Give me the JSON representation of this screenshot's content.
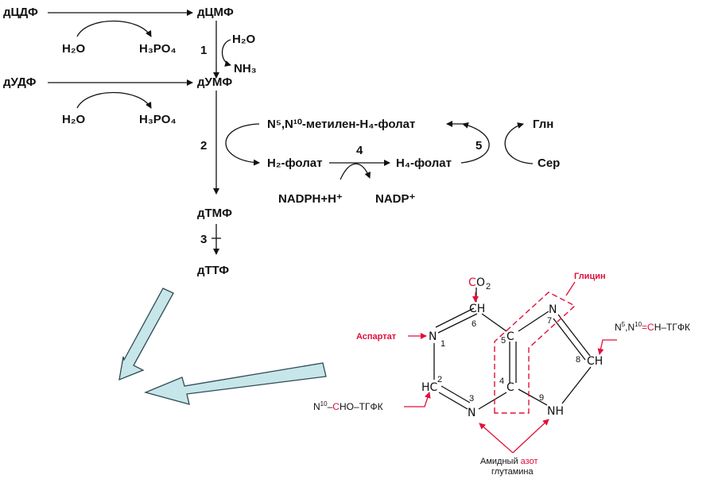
{
  "colors": {
    "red": "#e0103a",
    "black": "#111111",
    "arrow_fill": "#c6e6ea",
    "arrow_stroke": "#2f4a52"
  },
  "scheme": {
    "dCDP": "дЦДФ",
    "dCMP": "дЦМФ",
    "h2o_1": "H₂O",
    "h3po4_1": "H₃PO₄",
    "step1": "1",
    "h2o_step1": "H₂O",
    "nh3": "NH₃",
    "dUDP": "дУДФ",
    "dUMP": "дУМФ",
    "h2o_2": "H₂O",
    "h3po4_2": "H₃PO₄",
    "step2": "2",
    "methylene": "N⁵,N¹⁰-метилен-H₄-фолат",
    "h2folate": "H₂-фолат",
    "step4": "4",
    "h4folate": "H₄-фолат",
    "step5": "5",
    "gln": "Глн",
    "ser": "Сер",
    "nadph": "NADPH+H⁺",
    "nadp": "NADP⁺",
    "dTMP": "дТМФ",
    "step3": "3",
    "dTTP": "дТТФ"
  },
  "purine": {
    "co2_c": "C",
    "co2_o": "O",
    "co2_sub": "2",
    "glycine": "Глицин",
    "aspartate": "Аспартат",
    "n1": "N",
    "c6": "CH",
    "c5": "C",
    "n7": "N",
    "c8": "CH",
    "c2": "HC",
    "c4": "C",
    "n3": "N",
    "n9": "NH",
    "num1": "1",
    "num2": "2",
    "num3": "3",
    "num4": "4",
    "num5": "5",
    "num6": "6",
    "num7": "7",
    "num8": "8",
    "num9": "9",
    "formyl_left_n": "N",
    "formyl_left_sup": "10",
    "formyl_left_dash": "–",
    "formyl_left_red": "C",
    "formyl_left_rest": "HO–ТГФК",
    "formyl_right_n": "N",
    "formyl_right_sup1": "5",
    "formyl_right_comma": ",N",
    "formyl_right_sup2": "10",
    "formyl_right_eq": "=",
    "formyl_right_red": "C",
    "formyl_right_rest": "H–ТГФК",
    "amide_line1_a": "Амидный ",
    "amide_line1_b": "азот",
    "amide_line2": "глутамина"
  }
}
